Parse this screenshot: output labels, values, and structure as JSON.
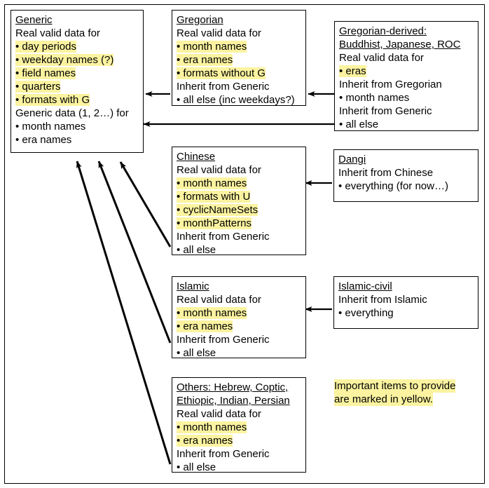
{
  "diagram": {
    "title_note": {
      "lines": [
        "Important items to provide",
        "are marked in yellow."
      ]
    },
    "colors": {
      "highlight": "#fbf3a0",
      "box_border": "#000000",
      "text": "#000000",
      "background": "#ffffff"
    },
    "boxes": [
      {
        "id": "generic",
        "title": "Generic",
        "lines": [
          {
            "text": "Real valid data for",
            "bullet": false,
            "highlight": false
          },
          {
            "text": "day periods",
            "bullet": true,
            "highlight": true
          },
          {
            "text": "weekday names (?)",
            "bullet": true,
            "highlight": true
          },
          {
            "text": "field names",
            "bullet": true,
            "highlight": true
          },
          {
            "text": "quarters",
            "bullet": true,
            "highlight": true
          },
          {
            "text": "formats with G",
            "bullet": true,
            "highlight": true
          },
          {
            "text": "Generic data (1, 2…) for",
            "bullet": false,
            "highlight": false
          },
          {
            "text": "month names",
            "bullet": true,
            "highlight": false
          },
          {
            "text": "era names",
            "bullet": true,
            "highlight": false
          }
        ]
      },
      {
        "id": "gregorian",
        "title": "Gregorian",
        "lines": [
          {
            "text": "Real valid data for",
            "bullet": false,
            "highlight": false
          },
          {
            "text": "month names",
            "bullet": true,
            "highlight": true
          },
          {
            "text": "era names",
            "bullet": true,
            "highlight": true
          },
          {
            "text": "formats without G",
            "bullet": true,
            "highlight": true
          },
          {
            "text": "Inherit from Generic",
            "bullet": false,
            "highlight": false
          },
          {
            "text": "all else (inc weekdays?)",
            "bullet": true,
            "highlight": false
          }
        ]
      },
      {
        "id": "gregorian-derived",
        "title": "Gregorian-derived:",
        "title2": "Buddhist, Japanese, ROC",
        "lines": [
          {
            "text": "Real valid data for",
            "bullet": false,
            "highlight": false
          },
          {
            "text": "eras",
            "bullet": true,
            "highlight": true
          },
          {
            "text": "Inherit from Gregorian",
            "bullet": false,
            "highlight": false
          },
          {
            "text": "month names",
            "bullet": true,
            "highlight": false
          },
          {
            "text": "Inherit from Generic",
            "bullet": false,
            "highlight": false
          },
          {
            "text": "all else",
            "bullet": true,
            "highlight": false
          }
        ]
      },
      {
        "id": "chinese",
        "title": "Chinese",
        "lines": [
          {
            "text": "Real valid data for",
            "bullet": false,
            "highlight": false
          },
          {
            "text": "month names",
            "bullet": true,
            "highlight": true
          },
          {
            "text": "formats with U",
            "bullet": true,
            "highlight": true
          },
          {
            "text": "cyclicNameSets",
            "bullet": true,
            "highlight": true
          },
          {
            "text": "monthPatterns",
            "bullet": true,
            "highlight": true
          },
          {
            "text": "Inherit from Generic",
            "bullet": false,
            "highlight": false
          },
          {
            "text": "all else",
            "bullet": true,
            "highlight": false
          }
        ]
      },
      {
        "id": "dangi",
        "title": "Dangi",
        "lines": [
          {
            "text": "Inherit from Chinese",
            "bullet": false,
            "highlight": false
          },
          {
            "text": "everything (for now…)",
            "bullet": true,
            "highlight": false
          }
        ]
      },
      {
        "id": "islamic",
        "title": "Islamic",
        "lines": [
          {
            "text": "Real valid data for",
            "bullet": false,
            "highlight": false
          },
          {
            "text": "month names",
            "bullet": true,
            "highlight": true
          },
          {
            "text": "era names",
            "bullet": true,
            "highlight": true
          },
          {
            "text": "Inherit from Generic",
            "bullet": false,
            "highlight": false
          },
          {
            "text": "all else",
            "bullet": true,
            "highlight": false
          }
        ]
      },
      {
        "id": "islamic-civil",
        "title": "Islamic-civil",
        "lines": [
          {
            "text": "Inherit from Islamic",
            "bullet": false,
            "highlight": false
          },
          {
            "text": "everything",
            "bullet": true,
            "highlight": false
          }
        ]
      },
      {
        "id": "others",
        "title": "Others: Hebrew, Coptic,",
        "title2": "Ethiopic, Indian, Persian",
        "lines": [
          {
            "text": "Real valid data for",
            "bullet": false,
            "highlight": false
          },
          {
            "text": "month names",
            "bullet": true,
            "highlight": true
          },
          {
            "text": "era names",
            "bullet": true,
            "highlight": true
          },
          {
            "text": "Inherit from Generic",
            "bullet": false,
            "highlight": false
          },
          {
            "text": "all else",
            "bullet": true,
            "highlight": false
          }
        ]
      }
    ],
    "arrows": [
      {
        "from": "gregorian",
        "to": "generic"
      },
      {
        "from": "gregorian-derived",
        "to": "gregorian"
      },
      {
        "from": "gregorian-derived",
        "to": "generic"
      },
      {
        "from": "dangi",
        "to": "chinese"
      },
      {
        "from": "chinese",
        "to": "generic"
      },
      {
        "from": "islamic-civil",
        "to": "islamic"
      },
      {
        "from": "islamic",
        "to": "generic"
      },
      {
        "from": "others",
        "to": "generic"
      }
    ]
  }
}
